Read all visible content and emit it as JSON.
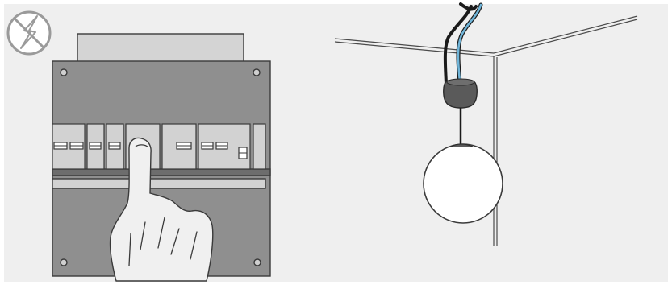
{
  "illustration": {
    "left_panel": {
      "warning_icon": "no-electricity-icon",
      "subject": "breaker-switch-off-by-finger"
    },
    "right_panel": {
      "subject": "ceiling-light-bulb",
      "wires": [
        "black-wire",
        "blue-wire"
      ]
    }
  },
  "colors": {
    "background": "#efefef",
    "panel_dark": "#8e8e8e",
    "panel_light": "#d2d2d2",
    "cable_blue": "#6fb4d8",
    "lamp_holder": "#5a5a5a",
    "bulb": "#ffffff"
  }
}
